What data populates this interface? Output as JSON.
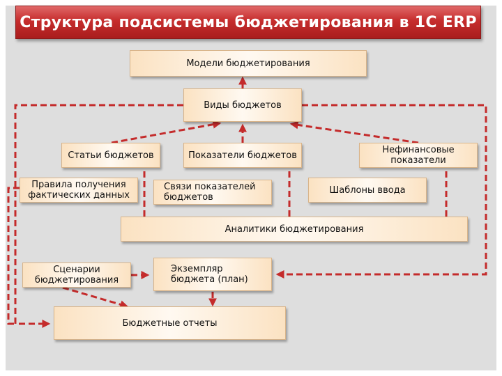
{
  "title": "Структура подсистемы бюджетирования в 1С ERP",
  "nodes": {
    "models": "Модели бюджетирования",
    "budget_types": "Виды бюджетов",
    "budget_items": "Статьи бюджетов",
    "budget_indicators": "Показатели бюджетов",
    "nonfinancial": "Нефинансовые показатели",
    "actual_data_rules": "Правила получения фактических данных",
    "indicator_links": "Связи показателей бюджетов",
    "input_templates": "Шаблоны ввода",
    "analytics": "Аналитики бюджетирования",
    "scenarios": "Сценарии бюджетирования",
    "budget_instance": "Экземпляр бюджета (план)",
    "budget_reports": "Бюджетные отчеты"
  },
  "colors": {
    "arrow": "#c42b2b",
    "title_bg": "#c62d2d",
    "box_fill": "#fbe2c2"
  }
}
